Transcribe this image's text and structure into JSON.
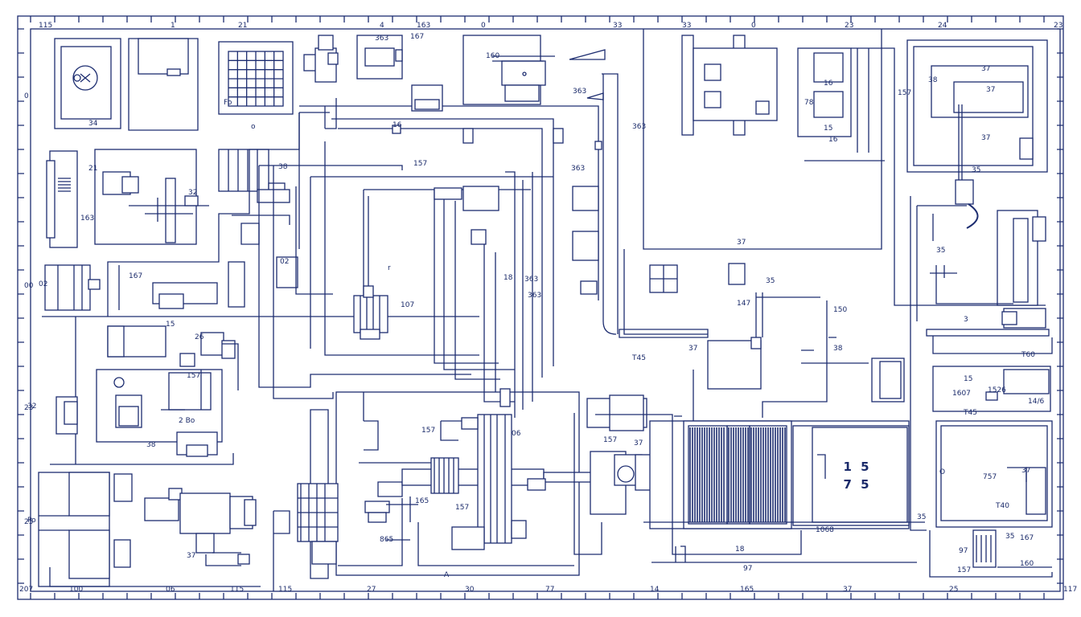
{
  "colors": {
    "ink": "#1d2d70",
    "paper": "#ffffff"
  },
  "ruler_top": [
    "115",
    "1",
    "21",
    "4",
    "163",
    "0",
    "33",
    "33",
    "0",
    "23",
    "24",
    "23"
  ],
  "ruler_bottom": [
    "207",
    "100",
    "06",
    "115",
    "115",
    "27",
    "30",
    "77",
    "14",
    "165",
    "37",
    "25",
    "117"
  ],
  "ruler_left": [
    "0",
    "00",
    "23",
    "25"
  ],
  "labels": {
    "l1": "34",
    "l2": "Fo",
    "l3": "o",
    "l4": "363",
    "l5": "167",
    "l6": "160",
    "l7": "363",
    "l8": "157",
    "l9": "16",
    "l10": "38",
    "l11": "21",
    "l12": "32",
    "l13": "163",
    "l14": "02",
    "l15": "167",
    "l16": "02",
    "l17": "107",
    "l18": "r",
    "l19": "15",
    "l20": "26",
    "l21": "157",
    "l22": "2 Bo",
    "l23": "38",
    "l24": "32",
    "l25": "Po",
    "l26": "37",
    "l27": "38",
    "l28": "157",
    "l29": "16",
    "l30": "78",
    "l31": "15",
    "l32": "16",
    "l33": "37",
    "l34": "37",
    "l35": "37",
    "l36": "35",
    "l37": "37",
    "l38": "35",
    "l39": "147",
    "l40": "150",
    "l41": "38",
    "l42": "T45",
    "l43": "37",
    "l44": "3",
    "l45": "T60",
    "l46": "15",
    "l47": "1607",
    "l48": "14/6",
    "l49": "T45",
    "l50": "1068",
    "l51": "18",
    "l52": "97",
    "l53": "157",
    "l54": "37",
    "l55": "157",
    "l56": "06",
    "l57": "157",
    "l58": "865",
    "l59": "165",
    "l60": "757",
    "l61": "T40",
    "l62": "37",
    "l63": "35",
    "l64": "97",
    "l65": "157",
    "l66": "160",
    "l67": "35",
    "l68": "167",
    "l69": "35",
    "l70": "O",
    "l71": "1526",
    "l72": "A",
    "l73": "18",
    "l74": "363",
    "l75": "363",
    "l76": "363",
    "l77": "363"
  },
  "display": {
    "line1": "1 5",
    "line2": "7 5"
  }
}
